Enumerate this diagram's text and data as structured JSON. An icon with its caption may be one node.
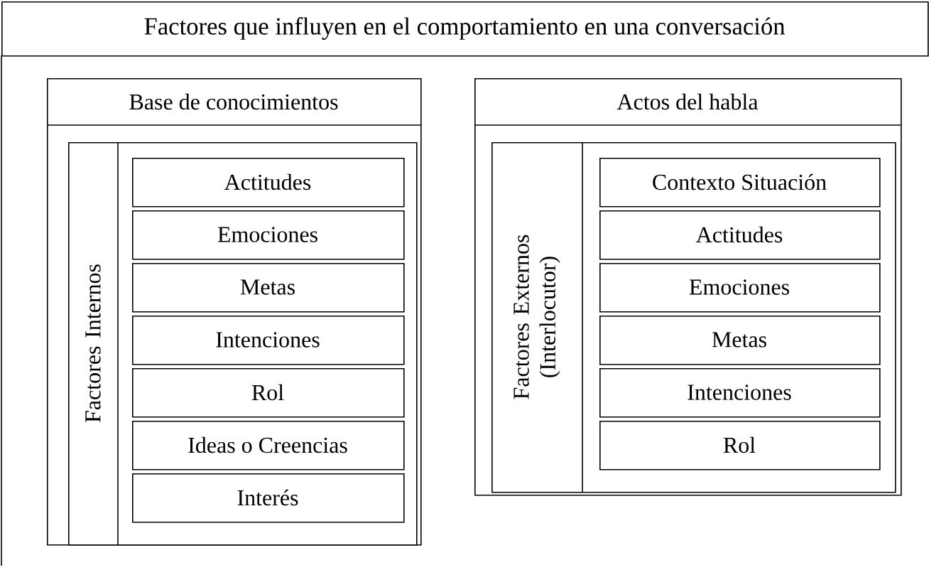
{
  "diagram": {
    "nodes": [
      {
        "text": [
          "Factores que influyen en el comportamiento en una conversación"
        ]
      },
      {
        "text": [
          "Base de conocimientos"
        ]
      },
      {
        "text": [
          "Factores Internos"
        ],
        "in": 1
      },
      {
        "text": [
          "Actitudes"
        ],
        "in": 2
      },
      {
        "text": [
          "Emociones"
        ],
        "in": 2
      },
      {
        "text": [
          "Metas"
        ],
        "in": 2
      },
      {
        "text": [
          "Intenciones"
        ],
        "in": 2
      },
      {
        "text": [
          "Rol"
        ],
        "in": 2
      },
      {
        "text": [
          "Ideas o Creencias"
        ],
        "in": 2
      },
      {
        "text": [
          "Interés"
        ],
        "in": 2
      },
      {
        "text": [
          "Actos del habla"
        ]
      },
      {
        "text": [
          "Factores Externos (Interlocutor)"
        ],
        "in": 10
      },
      {
        "text": [
          "Contexto Situación"
        ],
        "in": 11
      },
      {
        "text": [
          "Actitudes"
        ],
        "in": 11
      },
      {
        "text": [
          "Emociones"
        ],
        "in": 11
      },
      {
        "text": [
          "Metas"
        ],
        "in": 11
      },
      {
        "text": [
          "Intenciones"
        ],
        "in": 11
      },
      {
        "text": [
          "Rol"
        ],
        "in": 11
      }
    ]
  }
}
